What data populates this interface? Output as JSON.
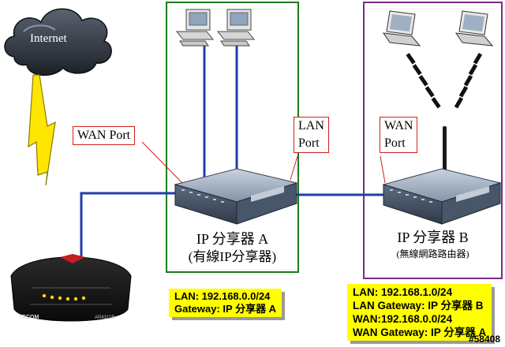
{
  "internet": {
    "label": "Internet"
  },
  "callouts": {
    "wan_port_a": "WAN Port",
    "lan_port_a_line1": "LAN",
    "lan_port_a_line2": "Port",
    "wan_port_b_line1": "WAN",
    "wan_port_b_line2": "Port"
  },
  "router_a": {
    "name": "IP 分享器 A",
    "subtitle": "(有線IP分享器)"
  },
  "router_b": {
    "name": "IP 分享器 B",
    "subtitle": "(無線網路路由器)"
  },
  "modem": {
    "brand": "TECOM",
    "model": "AR4311B"
  },
  "notes": {
    "router_a": [
      "LAN: 192.168.0.0/24",
      "Gateway: IP 分享器 A"
    ],
    "router_b": [
      "LAN: 192.168.1.0/24",
      "LAN Gateway: IP 分享器 B",
      "WAN:192.168.0.0/24",
      "WAN Gateway: IP 分享器 A"
    ]
  },
  "watermark": "#58408",
  "colors": {
    "group_a_border": "#1e7d1e",
    "group_b_border": "#7a2a88",
    "link_line": "#1f3fa8",
    "callout_border": "#d02020",
    "note_bg": "#ffff00"
  }
}
